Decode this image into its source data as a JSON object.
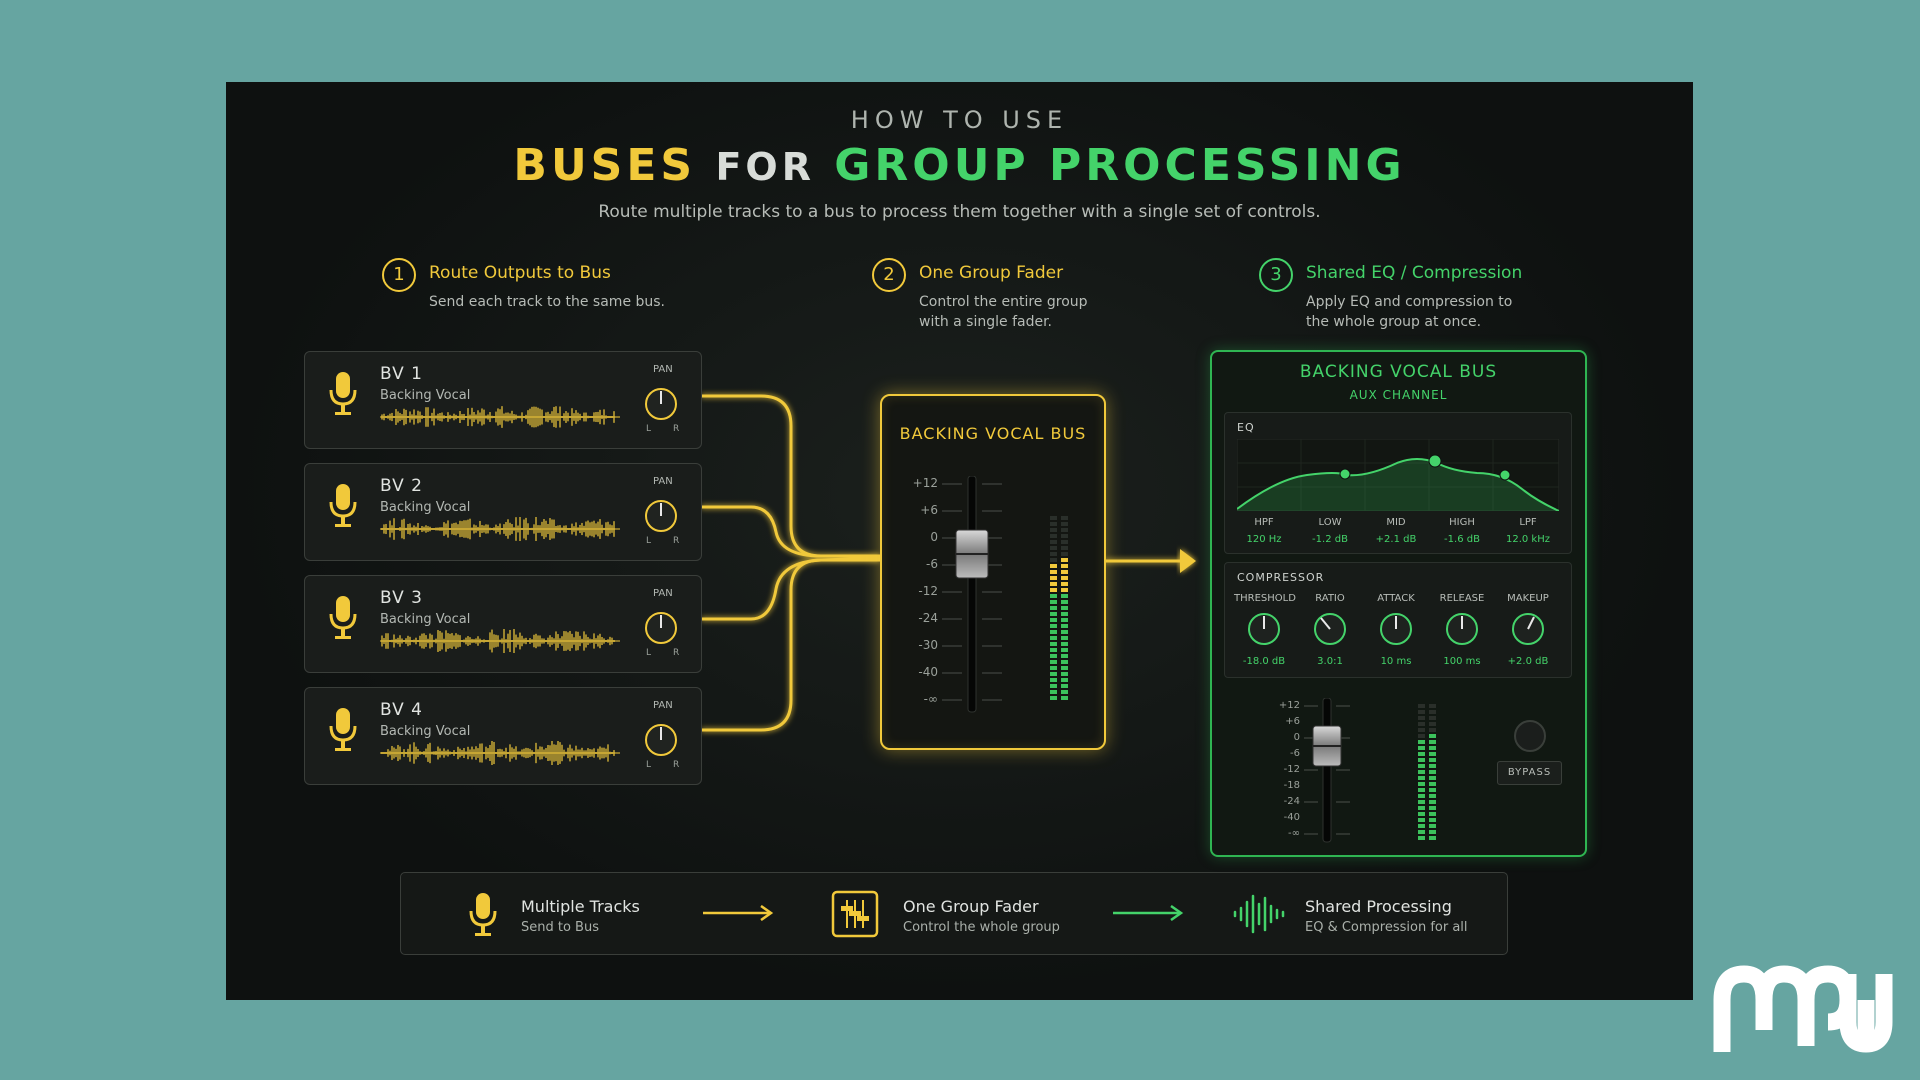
{
  "header": {
    "kicker": "HOW TO USE",
    "title_part1": "BUSES",
    "title_part2": "FOR",
    "title_part3": "GROUP PROCESSING",
    "subtitle": "Route multiple tracks to a bus to process them together with a single set of controls."
  },
  "steps": [
    {
      "number": "1",
      "title": "Route Outputs to Bus",
      "desc_line1": "Send each track to the same bus.",
      "desc_line2": ""
    },
    {
      "number": "2",
      "title": "One Group Fader",
      "desc_line1": "Control the entire group",
      "desc_line2": "with a single fader."
    },
    {
      "number": "3",
      "title": "Shared EQ / Compression",
      "desc_line1": "Apply EQ and compression to",
      "desc_line2": "the whole group at once."
    }
  ],
  "tracks": [
    {
      "name": "BV 1",
      "sub": "Backing Vocal",
      "pan_label": "PAN",
      "l": "L",
      "r": "R"
    },
    {
      "name": "BV 2",
      "sub": "Backing Vocal",
      "pan_label": "PAN",
      "l": "L",
      "r": "R"
    },
    {
      "name": "BV 3",
      "sub": "Backing Vocal",
      "pan_label": "PAN",
      "l": "L",
      "r": "R"
    },
    {
      "name": "BV 4",
      "sub": "Backing Vocal",
      "pan_label": "PAN",
      "l": "L",
      "r": "R"
    }
  ],
  "bus": {
    "title": "BACKING VOCAL BUS",
    "scale": [
      "+12",
      "+6",
      "0",
      "-6",
      "-12",
      "-24",
      "-30",
      "-40",
      "-∞"
    ]
  },
  "aux": {
    "title": "BACKING VOCAL BUS",
    "subtitle": "AUX CHANNEL",
    "eq_label": "EQ",
    "eq_bands": [
      {
        "label": "HPF",
        "value": "120 Hz"
      },
      {
        "label": "LOW",
        "value": "-1.2 dB"
      },
      {
        "label": "MID",
        "value": "+2.1 dB"
      },
      {
        "label": "HIGH",
        "value": "-1.6 dB"
      },
      {
        "label": "LPF",
        "value": "12.0 kHz"
      }
    ],
    "comp_label": "COMPRESSOR",
    "comp_params": [
      {
        "label": "THRESHOLD",
        "value": "-18.0 dB"
      },
      {
        "label": "RATIO",
        "value": "3.0:1"
      },
      {
        "label": "ATTACK",
        "value": "10 ms"
      },
      {
        "label": "RELEASE",
        "value": "100 ms"
      },
      {
        "label": "MAKEUP",
        "value": "+2.0 dB"
      }
    ],
    "scale": [
      "+12",
      "+6",
      "0",
      "-6",
      "-12",
      "-18",
      "-24",
      "-40",
      "-∞"
    ],
    "bypass_label": "BYPASS"
  },
  "summary": [
    {
      "title": "Multiple Tracks",
      "desc": "Send to Bus"
    },
    {
      "title": "One Group Fader",
      "desc": "Control the whole group"
    },
    {
      "title": "Shared Processing",
      "desc": "EQ & Compression for all"
    }
  ],
  "colors": {
    "yellow": "#f1c93b",
    "green": "#44d36a",
    "panel": "#0e1110",
    "background": "#66a5a1"
  },
  "logo_icon": "mpw-logo"
}
